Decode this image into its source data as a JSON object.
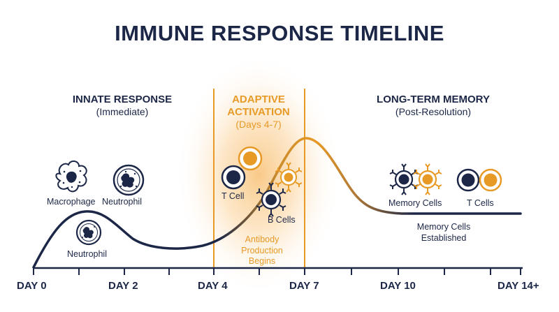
{
  "title": "IMMUNE RESPONSE TIMELINE",
  "phases": {
    "innate": {
      "title": "INNATE RESPONSE",
      "subtitle": "(Immediate)"
    },
    "adaptive": {
      "title_line1": "ADAPTIVE",
      "title_line2": "ACTIVATION",
      "subtitle": "(Days 4-7)"
    },
    "memory": {
      "title": "LONG-TERM MEMORY",
      "subtitle": "(Post-Resolution)"
    }
  },
  "labels": {
    "macrophage": "Macrophage",
    "neutrophil_top": "Neutrophil",
    "neutrophil_bottom": "Neutrophil",
    "t_cell": "T Cell",
    "b_cells": "B Cells",
    "antibody_line1": "Antibody",
    "antibody_line2": "Production",
    "antibody_line3": "Begins",
    "memory_cells": "Memory Cells",
    "t_cells": "T Cells",
    "memory_established_line1": "Memory Cells",
    "memory_established_line2": "Established"
  },
  "axis": {
    "ticks": [
      "DAY 0",
      "DAY 2",
      "DAY 4",
      "DAY 7",
      "DAY 10",
      "DAY 14+"
    ]
  },
  "colors": {
    "navy": "#1c2747",
    "orange": "#e89a26",
    "glow": "#fbd9a3"
  }
}
